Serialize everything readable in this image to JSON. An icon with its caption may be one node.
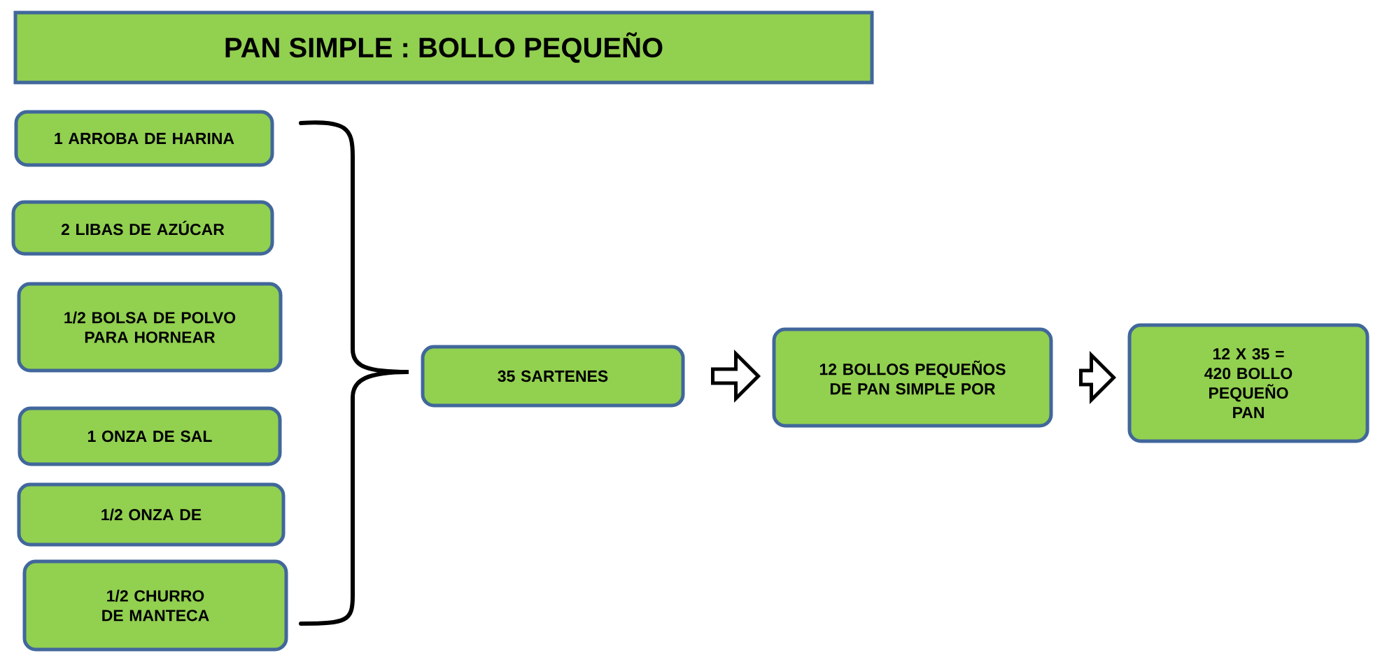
{
  "diagram": {
    "title": "PAN SIMPLE :  BOLLO PEQUEÑO",
    "nodes": [
      {
        "text": [
          "1 ARROBA DE HARINA"
        ]
      },
      {
        "text": [
          "2 LIBAS DE AZÚCAR"
        ]
      },
      {
        "text": [
          "1/2 BOLSA DE POLVO PARA HORNEAR"
        ]
      },
      {
        "text": [
          "1 ONZA DE SAL"
        ]
      },
      {
        "text": [
          "1/2 ONZA DE"
        ]
      },
      {
        "text": [
          "1/2 CHURRO DE MANTECA"
        ]
      },
      {
        "text": [
          "35 SARTENES"
        ]
      },
      {
        "text": [
          "12 BOLLOS PEQUEÑOS DE PAN SIMPLE POR"
        ]
      },
      {
        "text": [
          "12 X 35 = 420 BOLLO PEQUEÑO PAN"
        ]
      }
    ],
    "edges": [
      {
        "from": 6,
        "to": 7,
        "arrow": "to"
      },
      {
        "from": 7,
        "to": 8,
        "arrow": "to"
      }
    ]
  }
}
